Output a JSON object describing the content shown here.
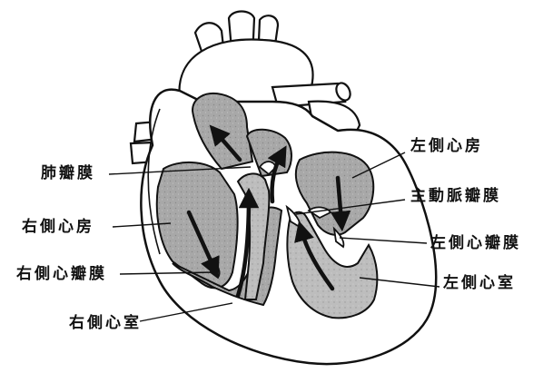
{
  "labels": {
    "pulmonary_valve": "肺瓣膜",
    "right_atrium": "右側心房",
    "right_av_valve": "右側心瓣膜",
    "right_ventricle": "右側心室",
    "left_atrium": "左側心房",
    "aortic_valve": "主動脈瓣膜",
    "left_av_valve": "左側心瓣膜",
    "left_ventricle": "左側心室"
  },
  "colors": {
    "outline": "#111111",
    "chamber_fill": "#a6a6a6",
    "chamber_fill_light": "#c4c4c4",
    "tissue_fill": "#ffffff"
  }
}
